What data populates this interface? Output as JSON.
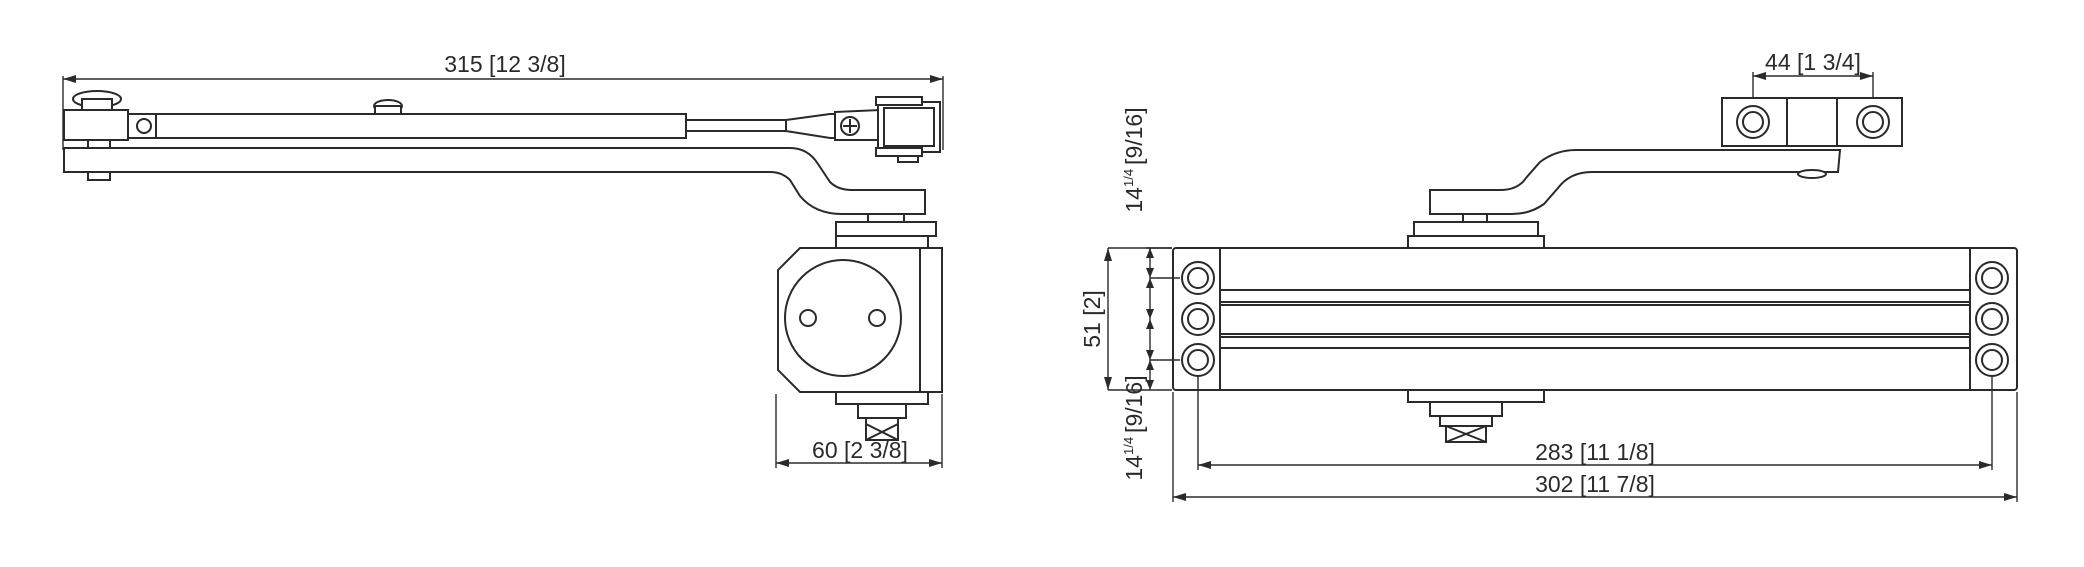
{
  "drawing": {
    "side_view": {
      "overall_length": "315 [12 3/8]",
      "body_depth": "60 [2 3/8]"
    },
    "front_view": {
      "shoe_spacing": "44 [1 3/4]",
      "top_margin_main": "14",
      "top_margin_sup": "1/4",
      "top_margin_bracket": "[9/16]",
      "body_height": "51 [2]",
      "bottom_margin_main": "14",
      "bottom_margin_sup": "1/4",
      "bottom_margin_bracket": "[9/16]",
      "hole_spacing": "283 [11 1/8]",
      "overall_width": "302 [11 7/8]"
    }
  }
}
